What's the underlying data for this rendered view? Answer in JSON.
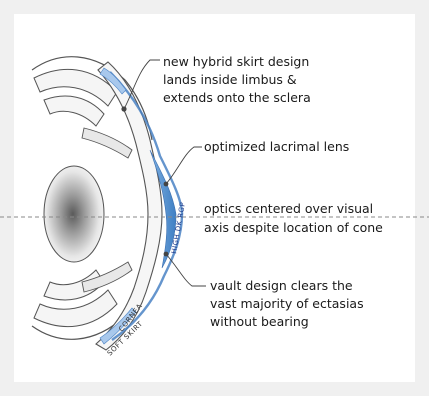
{
  "callouts": {
    "skirt": [
      "new hybrid skirt design",
      "lands inside limbus &",
      "extends  onto the sclera"
    ],
    "lacrimal": [
      "optimized lacrimal lens"
    ],
    "optics": [
      "optics centered over visual",
      "axis despite location of cone"
    ],
    "vault": [
      "vault design clears the",
      "vast majority of ectasias",
      "without bearing"
    ]
  },
  "labels": {
    "lens": "HIGH DK RGP",
    "cornea": "CORNEA",
    "skirt": "SOFT SKIRT"
  },
  "colors": {
    "panel": "#ffffff",
    "page": "#f0f0f0",
    "outline": "#555555",
    "eye_fill": "#f4f4f4",
    "lens_blue": "#5b9bd5",
    "skirt_blue": "#a8c8ec",
    "iris_dark": "#6e6e6e"
  }
}
